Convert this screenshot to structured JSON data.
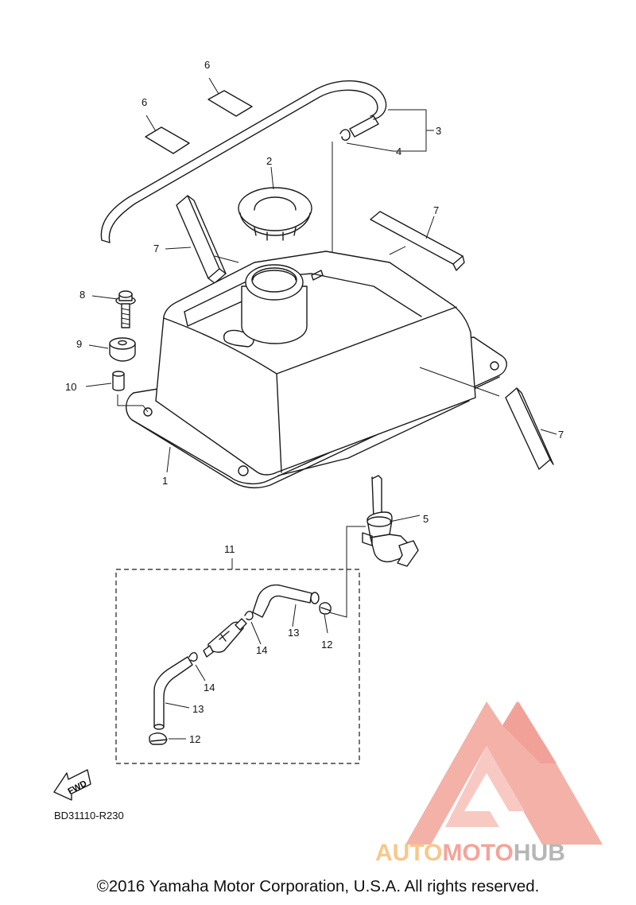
{
  "diagram": {
    "callouts": [
      {
        "id": "c1",
        "text": "1"
      },
      {
        "id": "c2",
        "text": "2"
      },
      {
        "id": "c3",
        "text": "3"
      },
      {
        "id": "c4",
        "text": "4"
      },
      {
        "id": "c5",
        "text": "5"
      },
      {
        "id": "c6a",
        "text": "6"
      },
      {
        "id": "c6b",
        "text": "6"
      },
      {
        "id": "c7a",
        "text": "7"
      },
      {
        "id": "c7b",
        "text": "7"
      },
      {
        "id": "c7c",
        "text": "7"
      },
      {
        "id": "c8",
        "text": "8"
      },
      {
        "id": "c9",
        "text": "9"
      },
      {
        "id": "c10",
        "text": "10"
      },
      {
        "id": "c11",
        "text": "11"
      },
      {
        "id": "c12a",
        "text": "12"
      },
      {
        "id": "c12b",
        "text": "12"
      },
      {
        "id": "c13a",
        "text": "13"
      },
      {
        "id": "c13b",
        "text": "13"
      },
      {
        "id": "c14a",
        "text": "14"
      },
      {
        "id": "c14b",
        "text": "14"
      }
    ],
    "fwd_label": "FWD",
    "ref_code": "BD31110-R230",
    "copyright": "©2016 Yamaha Motor Corporation, U.S.A. All rights reserved."
  },
  "watermark": {
    "part1": "AUTO",
    "part2": "MOTO",
    "part3": "HUB",
    "colors": {
      "orange": "#f6c88a",
      "salmon": "#f3a49a",
      "gray": "#b6b6b6"
    }
  }
}
